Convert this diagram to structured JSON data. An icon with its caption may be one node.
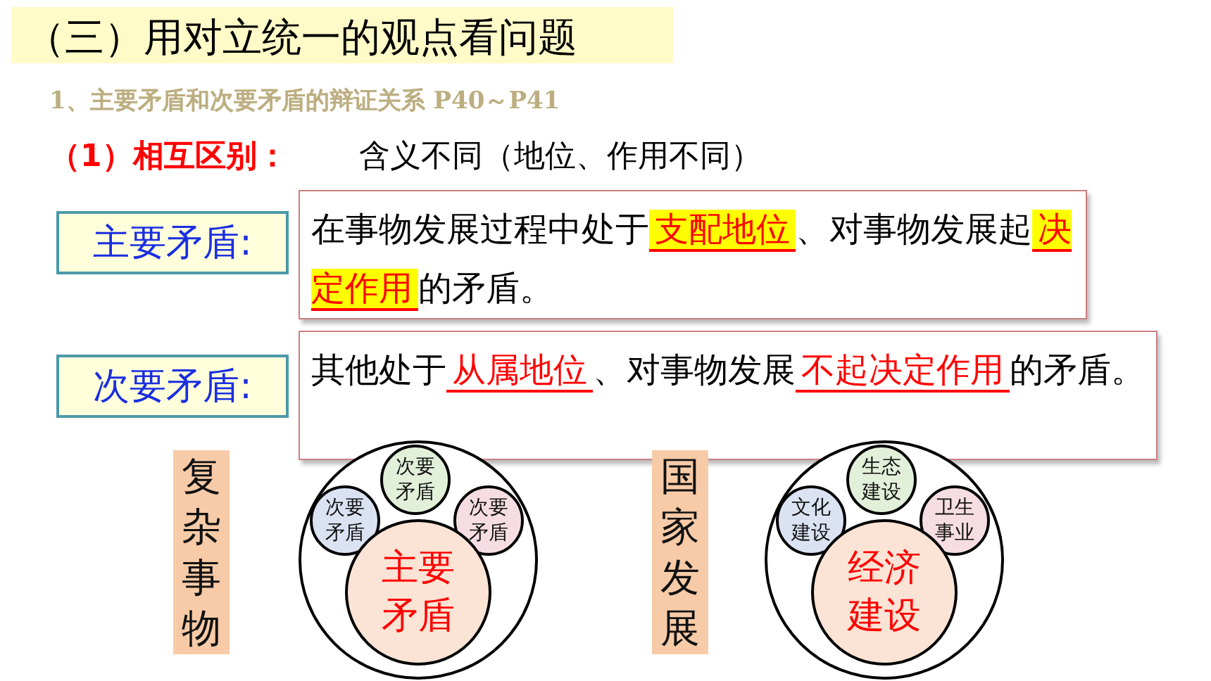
{
  "diagram": {
    "nodes": [
      {
        "text": [
          "主要矛盾:"
        ]
      },
      {
        "text": [
          "在事物发展过程中处于",
          "支配地位",
          "、对事物发展起",
          "决定作用",
          "的矛盾。"
        ]
      },
      {
        "text": [
          "次要矛盾:"
        ]
      },
      {
        "text": [
          "其他处于",
          "从属地位",
          "、对事物发展",
          "不起决定作用",
          "的矛盾。"
        ]
      },
      {
        "text": [
          "复杂事物"
        ]
      },
      {
        "text": [],
        "shape": "circle"
      },
      {
        "text": [
          "次要矛盾"
        ],
        "in": 5
      },
      {
        "text": [
          "次要矛盾"
        ],
        "in": 5
      },
      {
        "text": [
          "次要矛盾"
        ],
        "in": 5
      },
      {
        "text": [
          "主要矛盾"
        ],
        "in": 5
      },
      {
        "text": [
          "国家发展"
        ]
      },
      {
        "text": [],
        "shape": "circle"
      },
      {
        "text": [
          "文化建设"
        ],
        "in": 11
      },
      {
        "text": [
          "生态建设"
        ],
        "in": 11
      },
      {
        "text": [
          "卫生事业"
        ],
        "in": 11
      },
      {
        "text": [
          "经济建设"
        ],
        "in": 11
      }
    ],
    "edges": [],
    "labels": [
      "（三）用对立统一的观点看问题",
      "1、主要矛盾和次要矛盾的辩证关系 P40～P41",
      "（1）相互区别：",
      "含义不同（地位、作用不同）"
    ]
  }
}
